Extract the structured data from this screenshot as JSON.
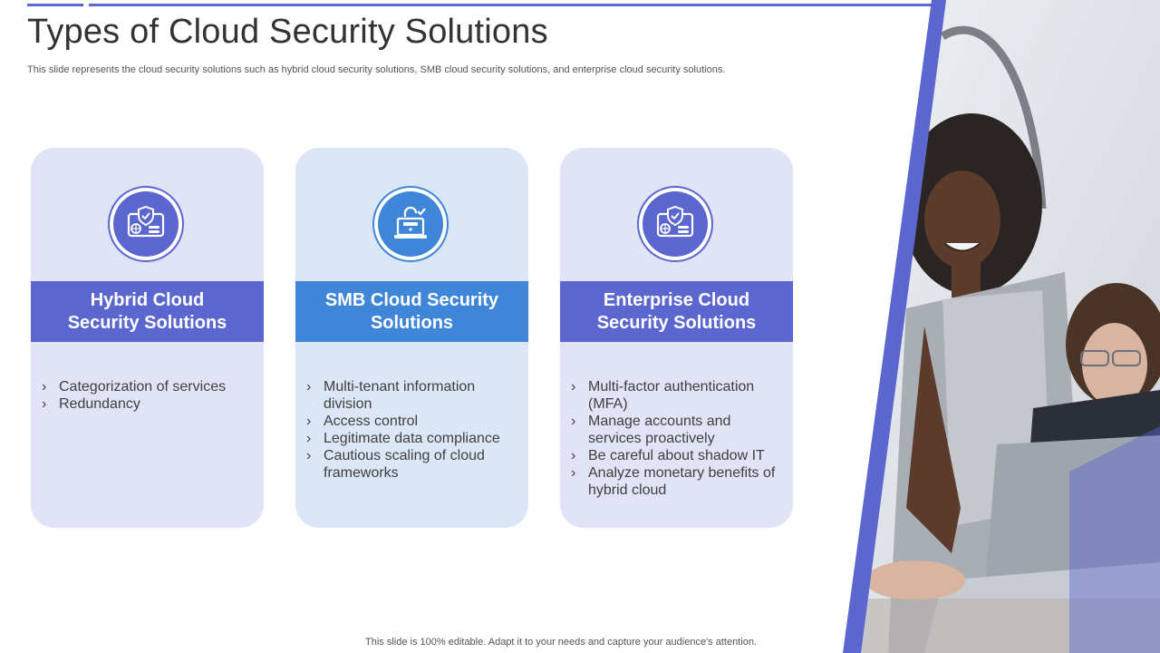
{
  "slide": {
    "title": "Types of Cloud Security Solutions",
    "subtitle": "This slide represents the cloud security solutions such as hybrid cloud security solutions, SMB cloud security solutions, and enterprise cloud security solutions.",
    "footer": "This slide is 100% editable. Adapt it to your needs and capture your audience's attention."
  },
  "colors": {
    "accent": "#5b67cf",
    "accent_blue": "#3f86d8",
    "card_bg": "#e1e3f6",
    "card_bg_blue": "#dbe6f6"
  },
  "cards": [
    {
      "icon": "shield-card-icon",
      "heading": "Hybrid Cloud Security Solutions",
      "bullets": [
        "Categorization of services",
        "Redundancy"
      ]
    },
    {
      "icon": "laptop-lock-icon",
      "heading": "SMB Cloud Security Solutions",
      "bullets": [
        "Multi-tenant information division",
        "Access control",
        "Legitimate data compliance",
        "Cautious scaling of cloud frameworks"
      ]
    },
    {
      "icon": "shield-card-icon",
      "heading": "Enterprise Cloud Security Solutions",
      "bullets": [
        "Multi-factor authentication (MFA)",
        "Manage accounts and services proactively",
        "Be careful about shadow IT",
        "Analyze monetary benefits of hybrid cloud"
      ]
    }
  ],
  "photo": {
    "icon": "team-working-on-laptop-photo"
  }
}
